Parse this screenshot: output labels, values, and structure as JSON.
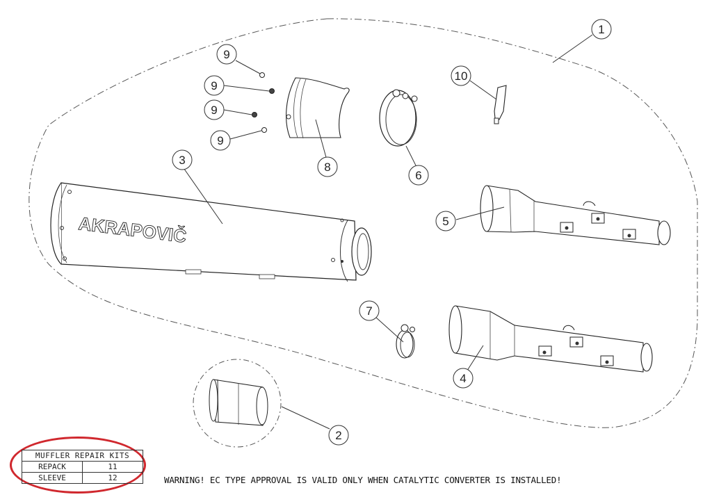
{
  "diagram": {
    "title": "Akrapovic muffler exploded parts diagram",
    "brand_logo_text": "AKRAPOVIČ",
    "callouts": [
      {
        "id": "1",
        "label": "1",
        "part": "complete exhaust system (dashed boundary)"
      },
      {
        "id": "2",
        "label": "2",
        "part": "sleeve / insert"
      },
      {
        "id": "3",
        "label": "3",
        "part": "muffler body"
      },
      {
        "id": "4",
        "label": "4",
        "part": "link pipe (lower)"
      },
      {
        "id": "5",
        "label": "5",
        "part": "link pipe (upper)"
      },
      {
        "id": "6",
        "label": "6",
        "part": "clamp (large)"
      },
      {
        "id": "7",
        "label": "7",
        "part": "clamp (small)"
      },
      {
        "id": "8",
        "label": "8",
        "part": "end cap"
      },
      {
        "id": "9a",
        "label": "9",
        "part": "rivet"
      },
      {
        "id": "9b",
        "label": "9",
        "part": "rivet"
      },
      {
        "id": "9c",
        "label": "9",
        "part": "rivet"
      },
      {
        "id": "9d",
        "label": "9",
        "part": "rivet"
      },
      {
        "id": "10",
        "label": "10",
        "part": "sealant tube"
      }
    ]
  },
  "repair_kits": {
    "header": "MUFFLER REPAIR KITS",
    "rows": [
      {
        "name": "REPACK",
        "number": "11"
      },
      {
        "name": "SLEEVE",
        "number": "12"
      }
    ],
    "highlight_color": "#d0282e"
  },
  "warning": {
    "text": "WARNING! EC TYPE APPROVAL IS VALID ONLY WHEN CATALYTIC CONVERTER IS INSTALLED!"
  }
}
